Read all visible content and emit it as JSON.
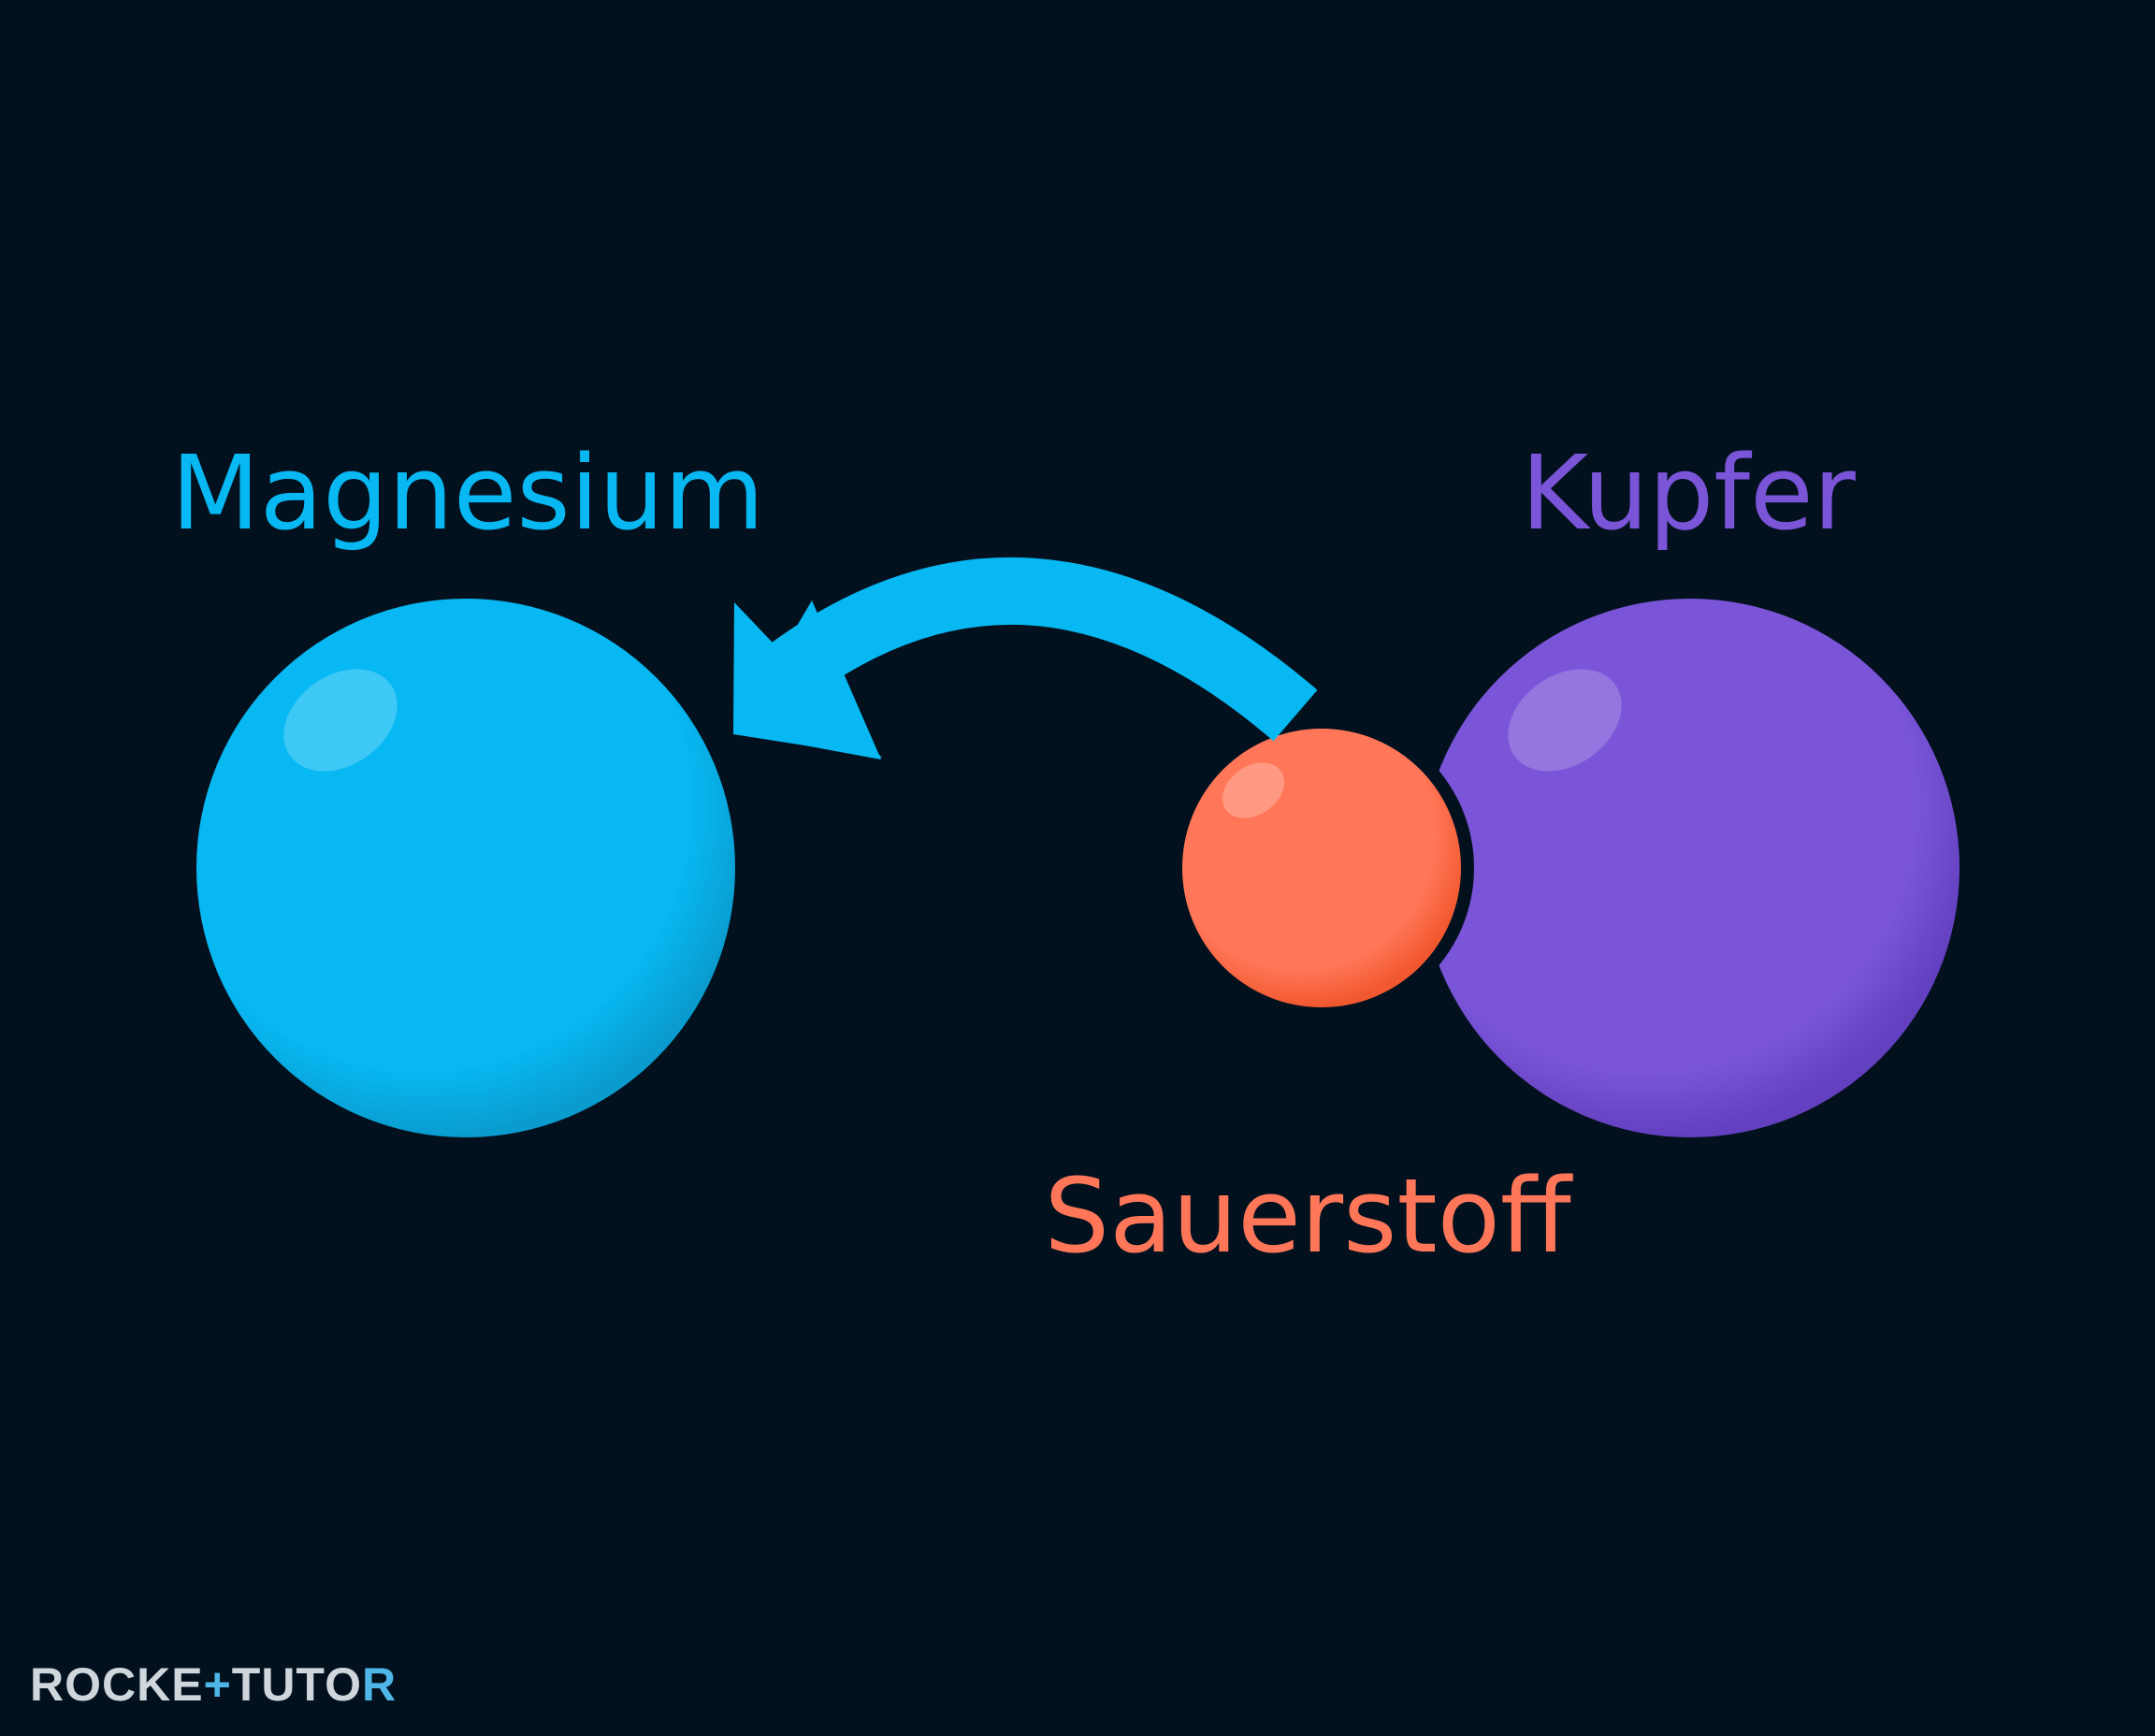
{
  "labels": {
    "magnesium": "Magnesium",
    "kupfer": "Kupfer",
    "sauerstoff": "Sauerstoff"
  },
  "logo": {
    "part1": "ROCKE",
    "part2": "TUTO",
    "part3": "R",
    "mark": "+"
  },
  "colors": {
    "background": "#03111f",
    "magnesium": "#07b8f2",
    "kupfer": "#7a55d8",
    "sauerstoff": "#ff7758",
    "arrow": "#07b8f2"
  },
  "icons": {
    "arrow": "curved-arrow-icon"
  }
}
